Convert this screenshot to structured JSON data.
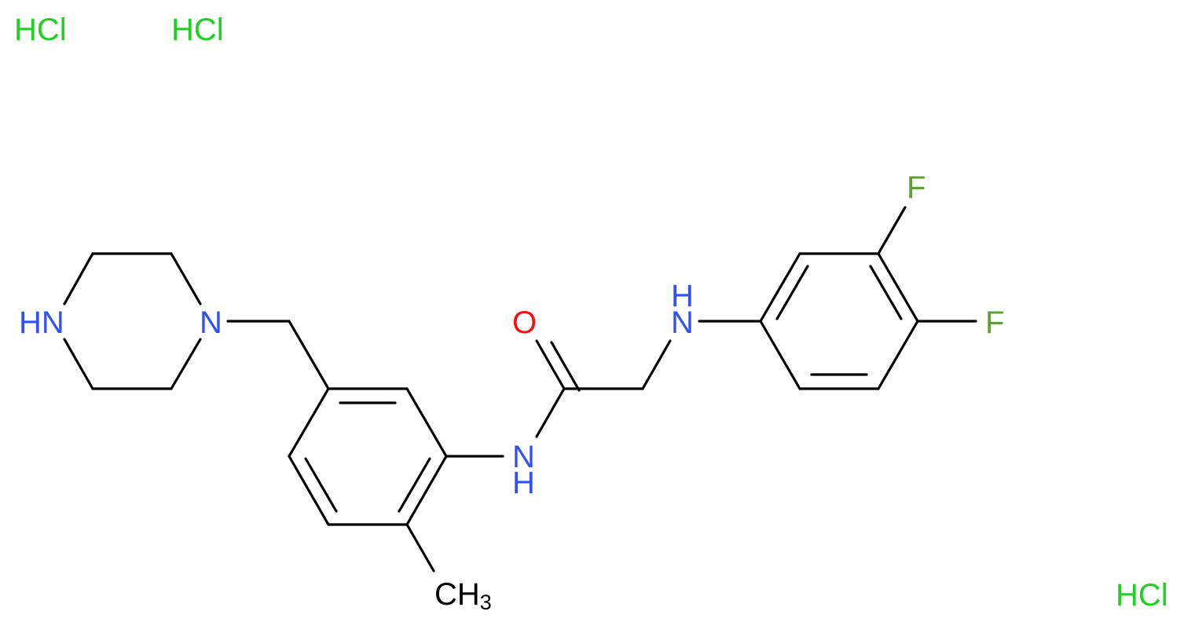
{
  "colors": {
    "bond": "#000000",
    "nitrogen": "#3050F8",
    "oxygen": "#FF0D0D",
    "fluorine": "#5FA036",
    "chlorine": "#1FD21F",
    "carbon": "#000000"
  },
  "atoms": {
    "n_piperazine_nh": "HN",
    "n_piperazine_n": "N",
    "o_carbonyl": "O",
    "n_amide": "N",
    "h_amide": "H",
    "n_amine": "N",
    "h_amine": "H",
    "f_top": "F",
    "f_right": "F",
    "ch3": "CH",
    "ch3_sub": "3"
  },
  "salts": {
    "hcl_1": "HCl",
    "hcl_2": "HCl",
    "hcl_3": "HCl"
  }
}
